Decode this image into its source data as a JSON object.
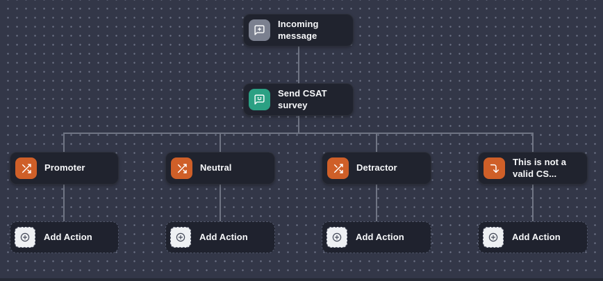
{
  "flow": {
    "incoming": {
      "label": "Incoming message",
      "icon": "message-square-plus-icon",
      "icon_color": "#7b808f"
    },
    "csat": {
      "label": "Send CSAT survey",
      "icon": "message-smile-icon",
      "icon_color": "#2ba083"
    },
    "branches": [
      {
        "label": "Promoter",
        "icon": "shuffle-icon",
        "icon_color": "#cf5f28"
      },
      {
        "label": "Neutral",
        "icon": "shuffle-icon",
        "icon_color": "#cf5f28"
      },
      {
        "label": "Detractor",
        "icon": "shuffle-icon",
        "icon_color": "#cf5f28"
      },
      {
        "label": "This is not a valid CS...",
        "icon": "corner-right-down-icon",
        "icon_color": "#cf5f28"
      }
    ],
    "add_action": {
      "label": "Add Action",
      "icon": "plus-circle-icon"
    }
  },
  "colors": {
    "canvas_bg": "#333748",
    "node_bg": "#20232e",
    "connector": "#707584",
    "text": "#f7f8fa",
    "branch_icon_orange": "#cf5f28",
    "csat_icon_green": "#2ba083",
    "incoming_icon_gray": "#7b808f",
    "add_action_icon_bg": "#eef0f3"
  }
}
